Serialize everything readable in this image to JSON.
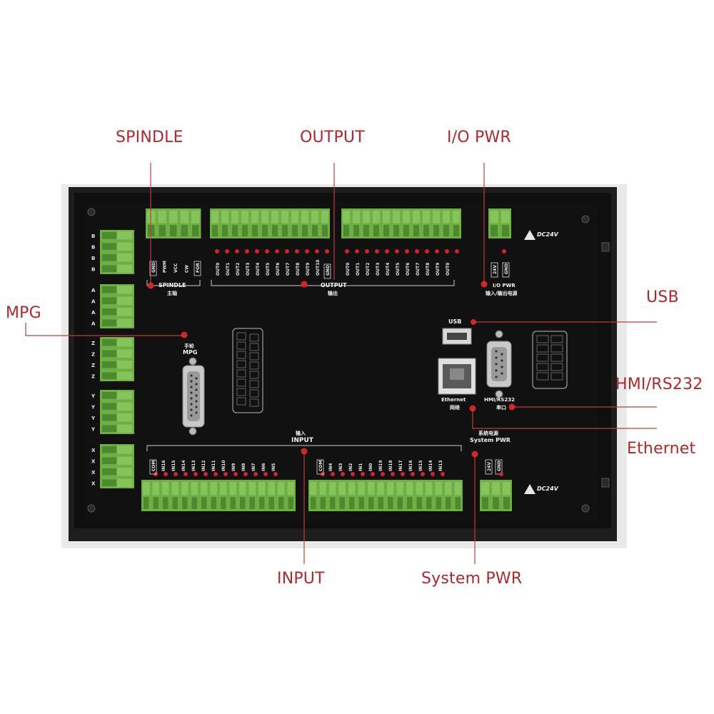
{
  "callouts": {
    "spindle": "SPINDLE",
    "output": "OUTPUT",
    "io_pwr": "I/O PWR",
    "usb": "USB",
    "mpg": "MPG",
    "hmi": "HMI/RS232",
    "ethernet": "Ethernet",
    "input": "INPUT",
    "system_pwr": "System PWR"
  },
  "board": {
    "spindle_label": "SPINDLE",
    "spindle_cn": "主轴",
    "output_label": "OUTPUT",
    "output_cn": "输出",
    "iopwr_label": "I/O PWR",
    "iopwr_cn": "输入/输出电源",
    "usb_label": "USB",
    "mpg_cn": "手轮",
    "mpg_label": "MPG",
    "ethernet_label": "Ethernet",
    "ethernet_cn": "网络",
    "hmi_label": "HMI/RS232",
    "hmi_cn": "串口",
    "input_cn": "输入",
    "input_label": "INPUT",
    "syspwr_cn": "系统电源",
    "syspwr_label": "System PWR",
    "dc24v_top": "DC24V",
    "dc24v_bottom": "DC24V",
    "spindle_pins": [
      "GND",
      "PWM",
      "VCC",
      "CW",
      "FOR"
    ],
    "output_pins_left": [
      "OUT0",
      "OUT1",
      "OUT2",
      "OUT3",
      "OUT4",
      "OUT5",
      "OUT6",
      "OUT7",
      "OUT8",
      "OUT9",
      "OUT10",
      "GND"
    ],
    "output_pins_right": [
      "OUT0",
      "OUT1",
      "OUT2",
      "OUT3",
      "OUT4",
      "OUT5",
      "OUT6",
      "OUT7",
      "OUT8",
      "OUT9",
      "OUT0"
    ],
    "iopwr_pins": [
      "24V",
      "GND"
    ],
    "input_pins_left": [
      "COM",
      "IN16",
      "IN15",
      "IN14",
      "IN13",
      "IN12",
      "IN11",
      "IN10",
      "IN9",
      "IN8",
      "IN7",
      "IN6",
      "IN5"
    ],
    "input_pins_right": [
      "COM",
      "IN4",
      "IN3",
      "IN2",
      "IN1",
      "IN0",
      "IN19",
      "IN18",
      "IN17",
      "IN16",
      "IN15",
      "IN14",
      "IN13"
    ],
    "syspwr_pins": [
      "24V",
      "GND"
    ],
    "axis_labels": [
      "B",
      "A",
      "Z",
      "Y",
      "X"
    ]
  }
}
